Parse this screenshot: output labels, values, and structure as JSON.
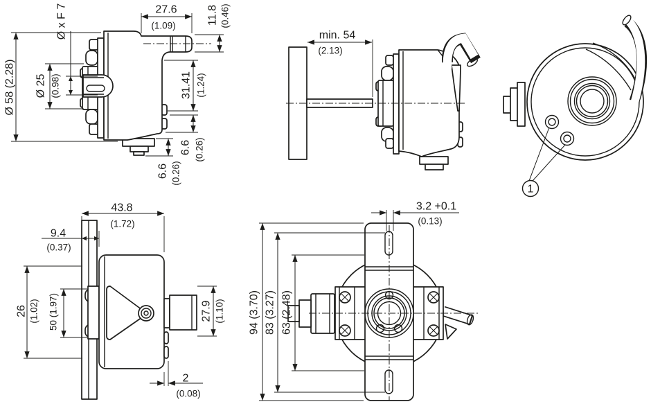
{
  "views": {
    "a": {
      "width_mm": "27.6",
      "width_in": "(1.09)",
      "conn_mm": "11.8",
      "conn_in": "(0.46)",
      "bore_label": "Ø x F 7",
      "body_dia": "Ø 58 (2.28)",
      "pilot_mm": "Ø 25",
      "pilot_in": "(0.98)",
      "height_mm": "31.41",
      "height_in": "(1.24)",
      "step_right_mm": "6.6",
      "step_right_in": "(0.26)",
      "step_bottom_mm": "6.6",
      "step_bottom_in": "(0.26)"
    },
    "b": {
      "min_mm": "min. 54",
      "min_in": "(2.13)"
    },
    "c": {
      "callout": "1"
    },
    "d": {
      "width_mm": "43.8",
      "width_in": "(1.72)",
      "offset_mm": "9.4",
      "offset_in": "(0.37)",
      "h26_mm": "26",
      "h26_in": "(1.02)",
      "h50": "50 (1.97)",
      "h279_mm": "27.9",
      "h279_in": "(1.10)",
      "gap_mm": "2",
      "gap_in": "(0.08)"
    },
    "e": {
      "slot_mm": "3.2 +0.1",
      "slot_in": "(0.13)",
      "h94": "94 (3.70)",
      "h83": "83 (3.27)",
      "h63": "63 (2.48)"
    }
  }
}
